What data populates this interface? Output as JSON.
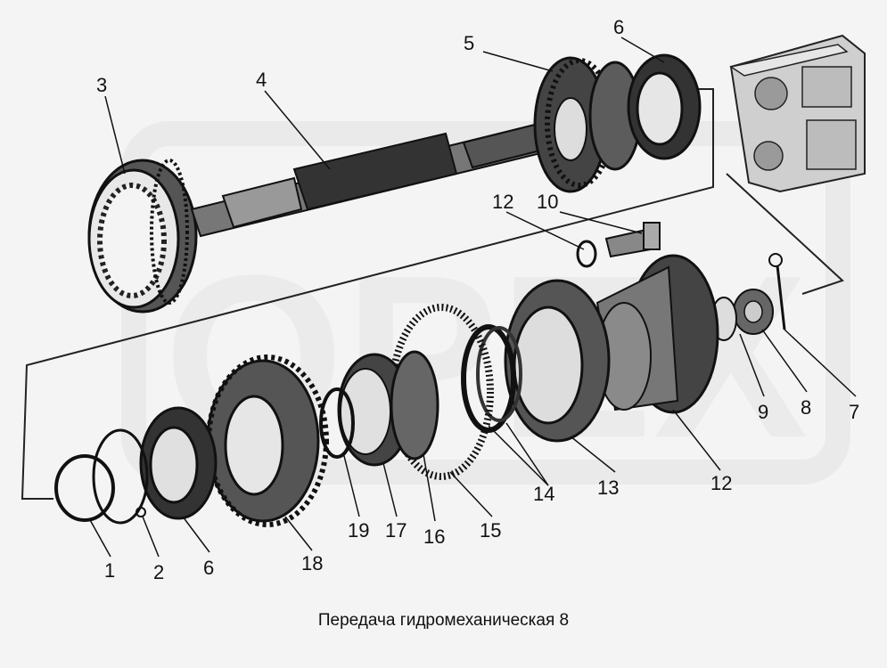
{
  "caption": "Передача гидромеханическая 8",
  "watermark_text": "ОРЕХ",
  "part_labels": [
    "3",
    "4",
    "5",
    "6",
    "12",
    "10",
    "9",
    "8",
    "7",
    "12",
    "13",
    "14",
    "15",
    "16",
    "17",
    "19",
    "18",
    "6",
    "2",
    "1"
  ]
}
